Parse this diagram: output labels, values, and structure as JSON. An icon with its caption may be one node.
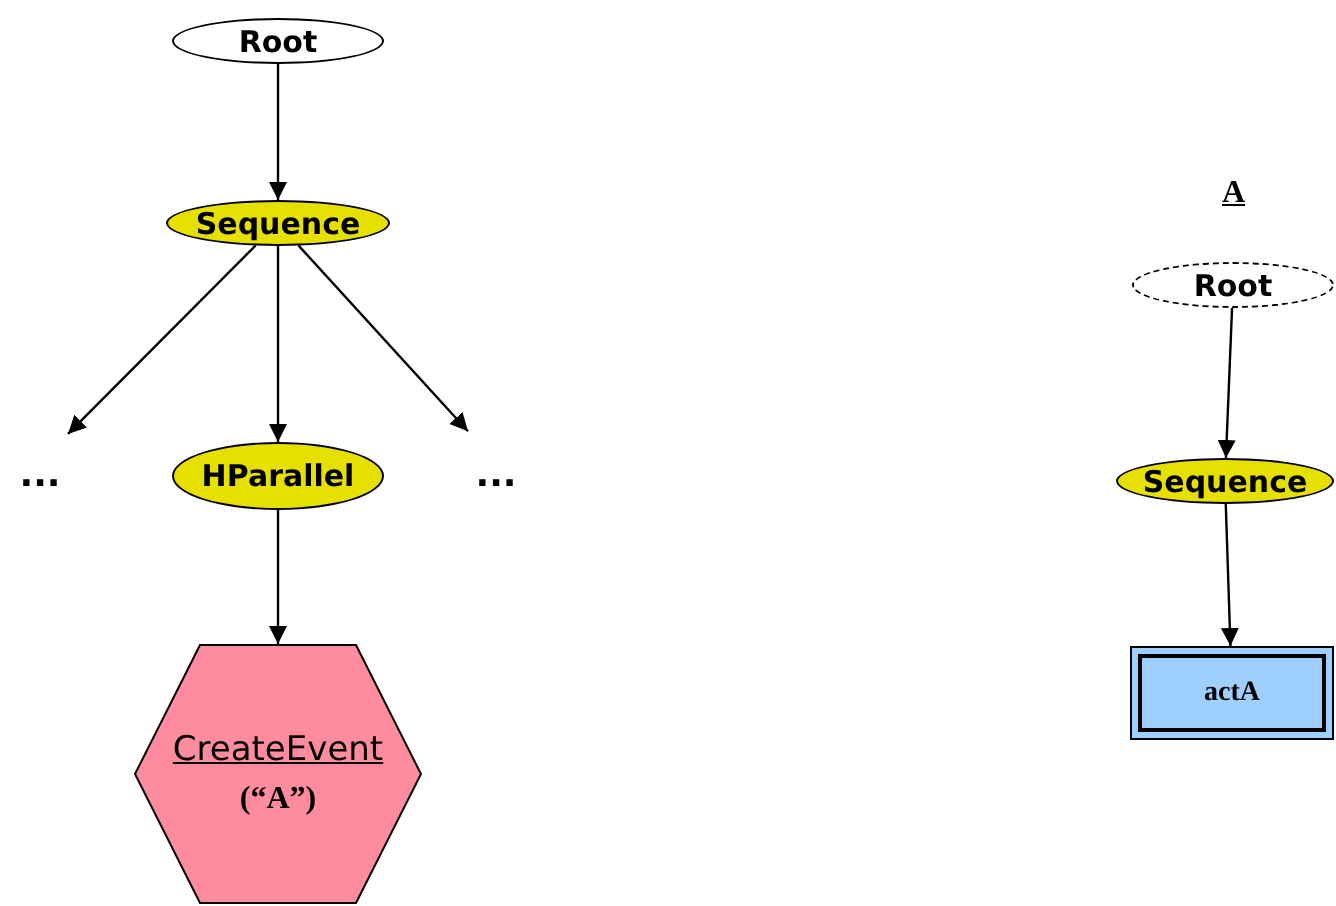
{
  "diagram": {
    "nodes": [
      {
        "text": [
          "Root"
        ]
      },
      {
        "text": [
          "Sequence"
        ]
      },
      {
        "text": [
          "..."
        ]
      },
      {
        "text": [
          "HParallel"
        ]
      },
      {
        "text": [
          "..."
        ]
      },
      {
        "text": [
          "CreateEvent",
          "(“A”)"
        ]
      },
      {
        "text": [
          "Root"
        ]
      },
      {
        "text": [
          "Sequence"
        ]
      },
      {
        "text": [
          "actA"
        ]
      }
    ],
    "edges": [
      {
        "from": 0,
        "to": 1,
        "arrow": "to"
      },
      {
        "from": 1,
        "to": 2,
        "arrow": "to"
      },
      {
        "from": 1,
        "to": 3,
        "arrow": "to"
      },
      {
        "from": 1,
        "to": 4,
        "arrow": "to"
      },
      {
        "from": 3,
        "to": 5,
        "arrow": "to"
      },
      {
        "from": 6,
        "to": 7,
        "arrow": "to"
      },
      {
        "from": 7,
        "to": 8,
        "arrow": "to"
      }
    ],
    "labels": [
      "A"
    ]
  }
}
